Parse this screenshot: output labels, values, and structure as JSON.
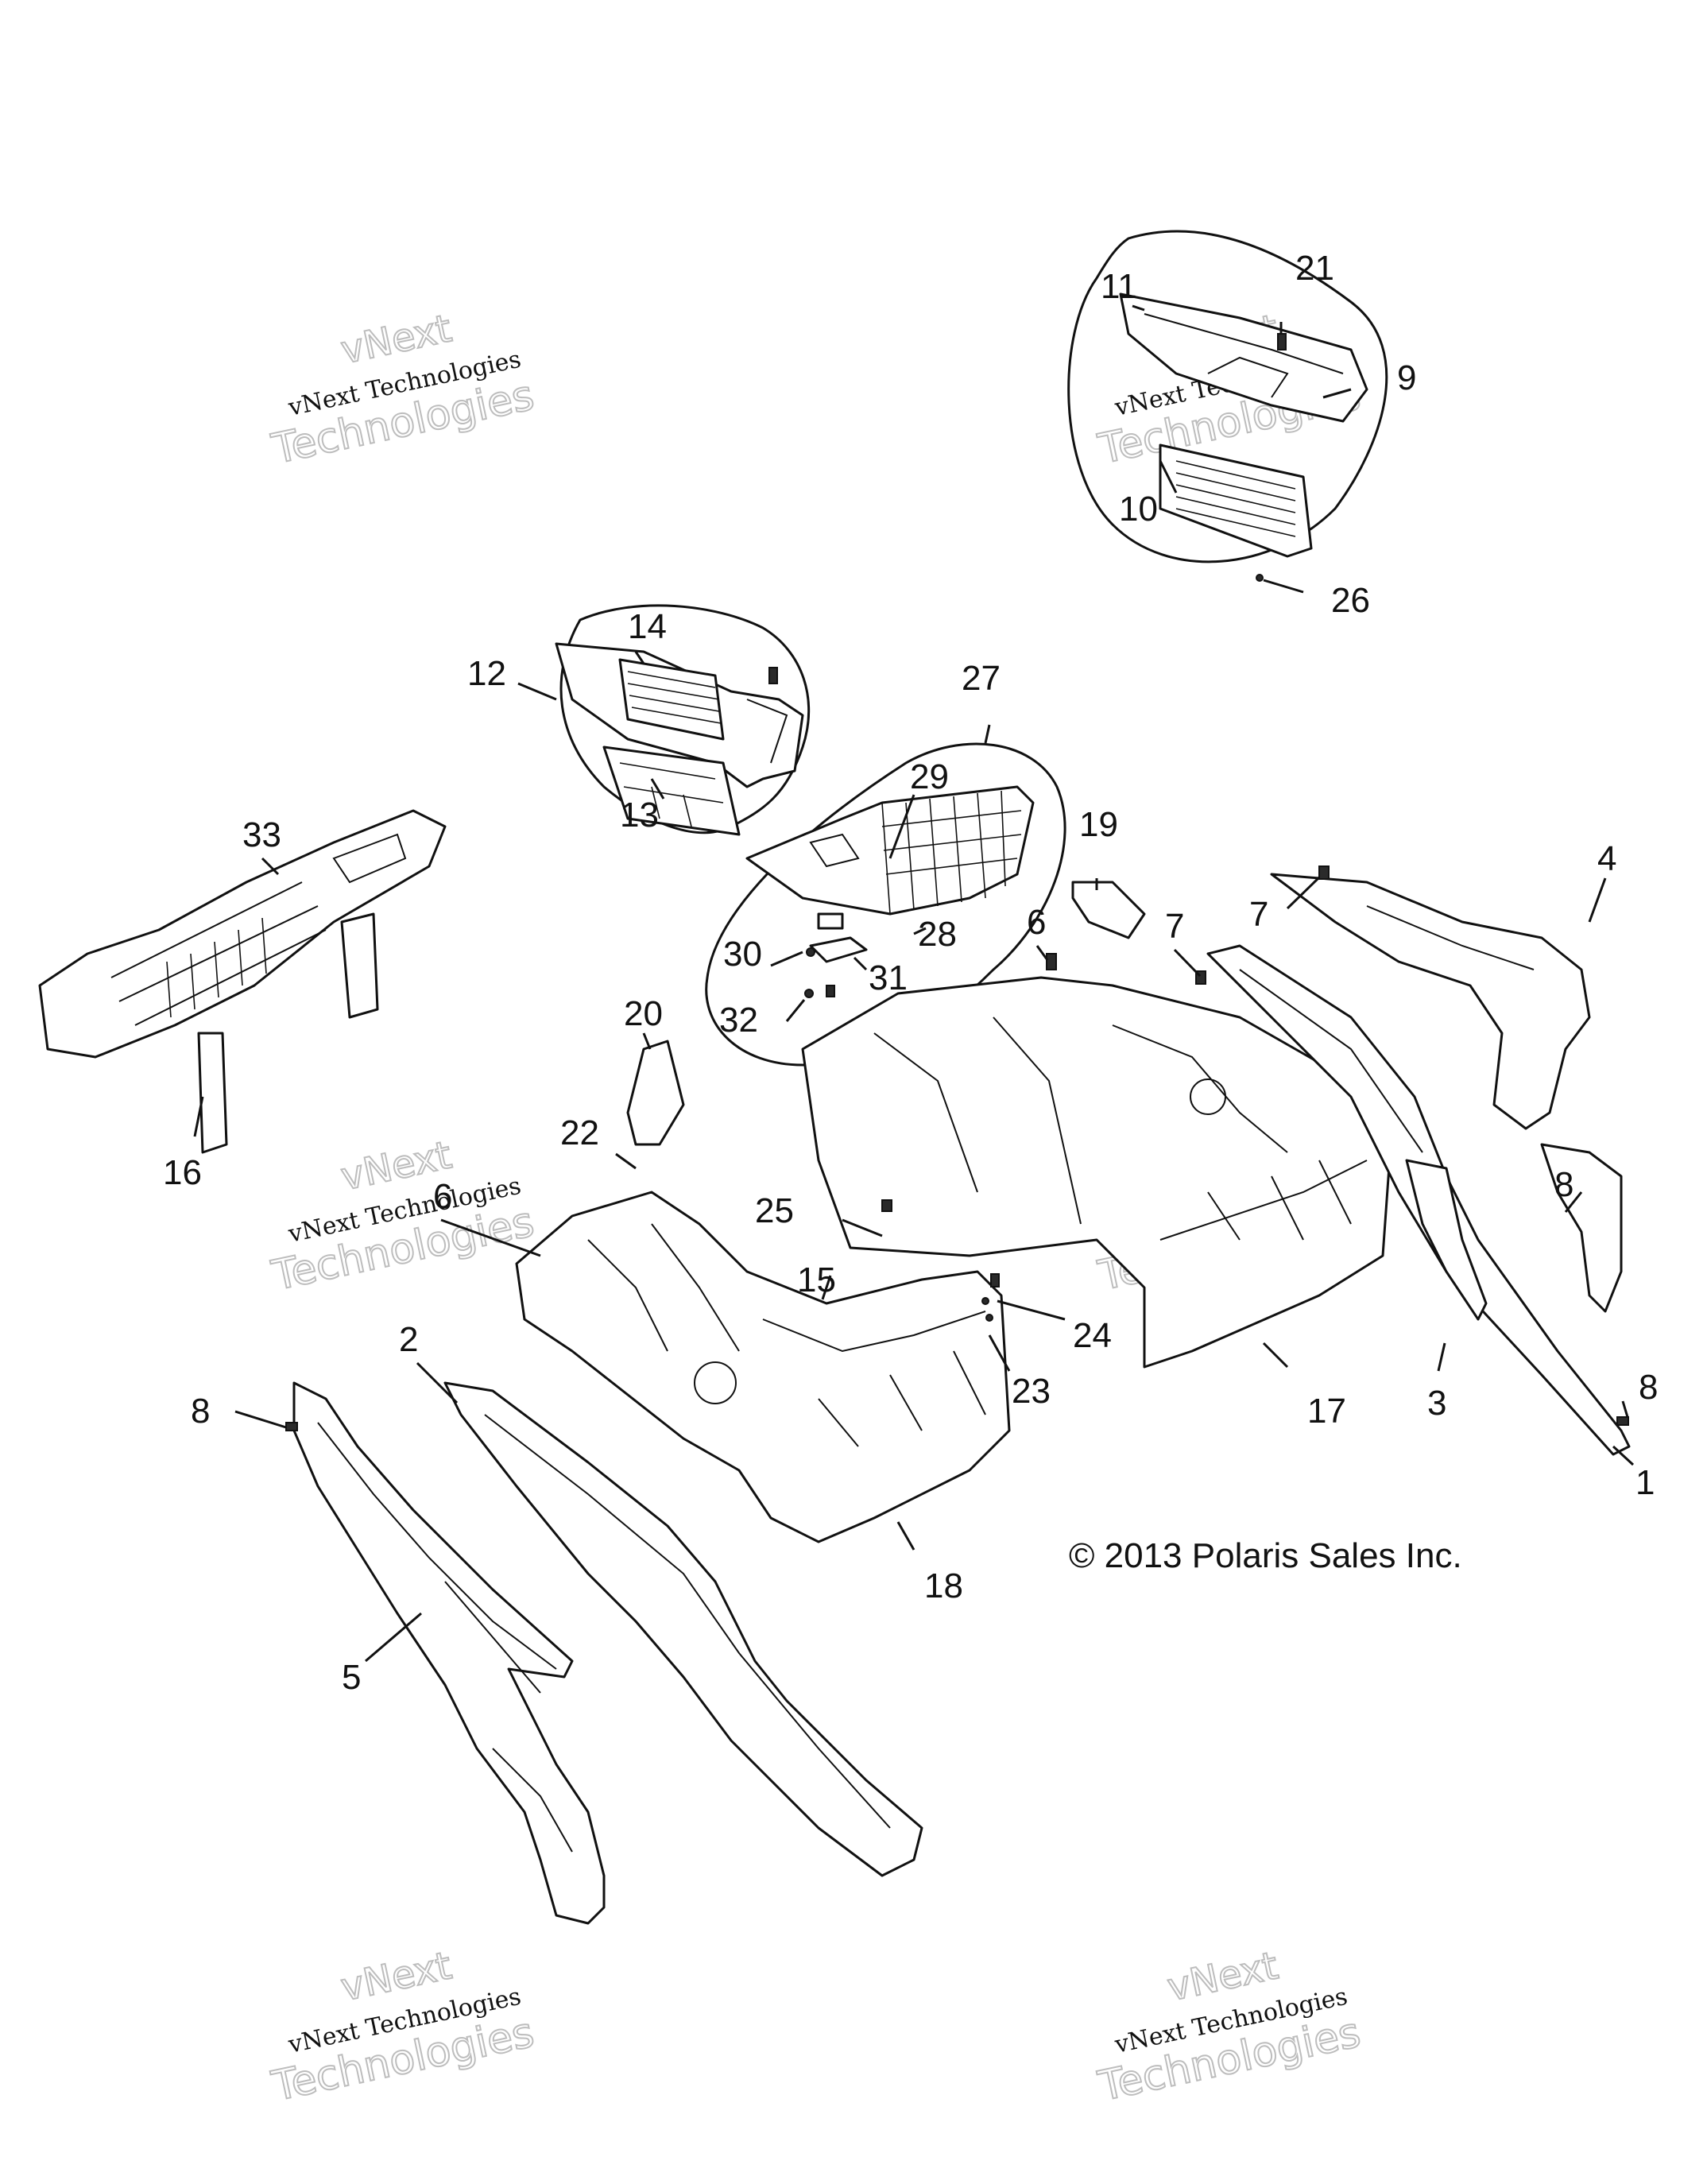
{
  "copyright": "© 2013 Polaris Sales Inc.",
  "watermark": {
    "line0": "vNext",
    "line1": "vNext Technologies",
    "line2": "Technologies"
  },
  "callouts": {
    "c1": "1",
    "c2": "2",
    "c3": "3",
    "c4": "4",
    "c5": "5",
    "c6a": "6",
    "c6b": "6",
    "c7a": "7",
    "c7b": "7",
    "c8a": "8",
    "c8b": "8",
    "c8c": "8",
    "c9": "9",
    "c10": "10",
    "c11": "11",
    "c12": "12",
    "c13": "13",
    "c14": "14",
    "c15": "15",
    "c16": "16",
    "c17": "17",
    "c18": "18",
    "c19": "19",
    "c20": "20",
    "c21": "21",
    "c22": "22",
    "c23": "23",
    "c24": "24",
    "c25": "25",
    "c26": "26",
    "c27": "27",
    "c28": "28",
    "c29": "29",
    "c30": "30",
    "c31": "31",
    "c32": "32",
    "c33": "33"
  }
}
